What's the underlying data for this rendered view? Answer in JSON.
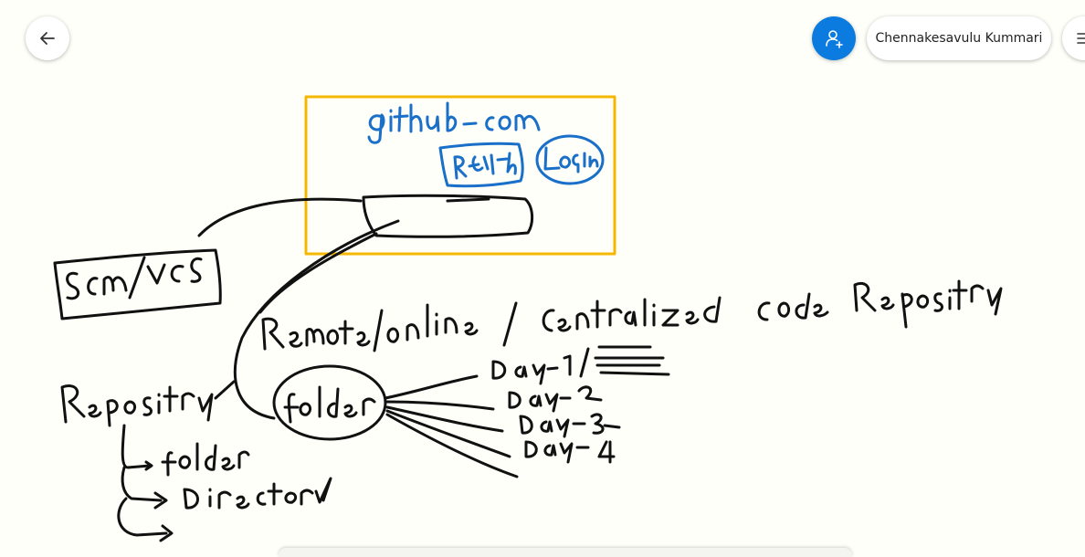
{
  "toolbar": {
    "back_icon": "arrow-left-icon",
    "share_icon": "add-person-icon",
    "user_name": "Chennakesavulu Kummari",
    "menu_icon": "hamburger-menu-icon"
  },
  "canvas": {
    "ink_color": "#111111",
    "blue_ink_color": "#1a6fc8",
    "highlight_color": "#f5b800",
    "accent_color": "#0b7be0",
    "handwriting": [
      "github.com",
      "Register",
      "Login",
      "SCM / VCS",
      "Remote / online / centralized code Repository",
      "Repository",
      "folder",
      "Directory",
      "Day-1",
      "Day-2",
      "Day-3",
      "Day-4"
    ]
  }
}
